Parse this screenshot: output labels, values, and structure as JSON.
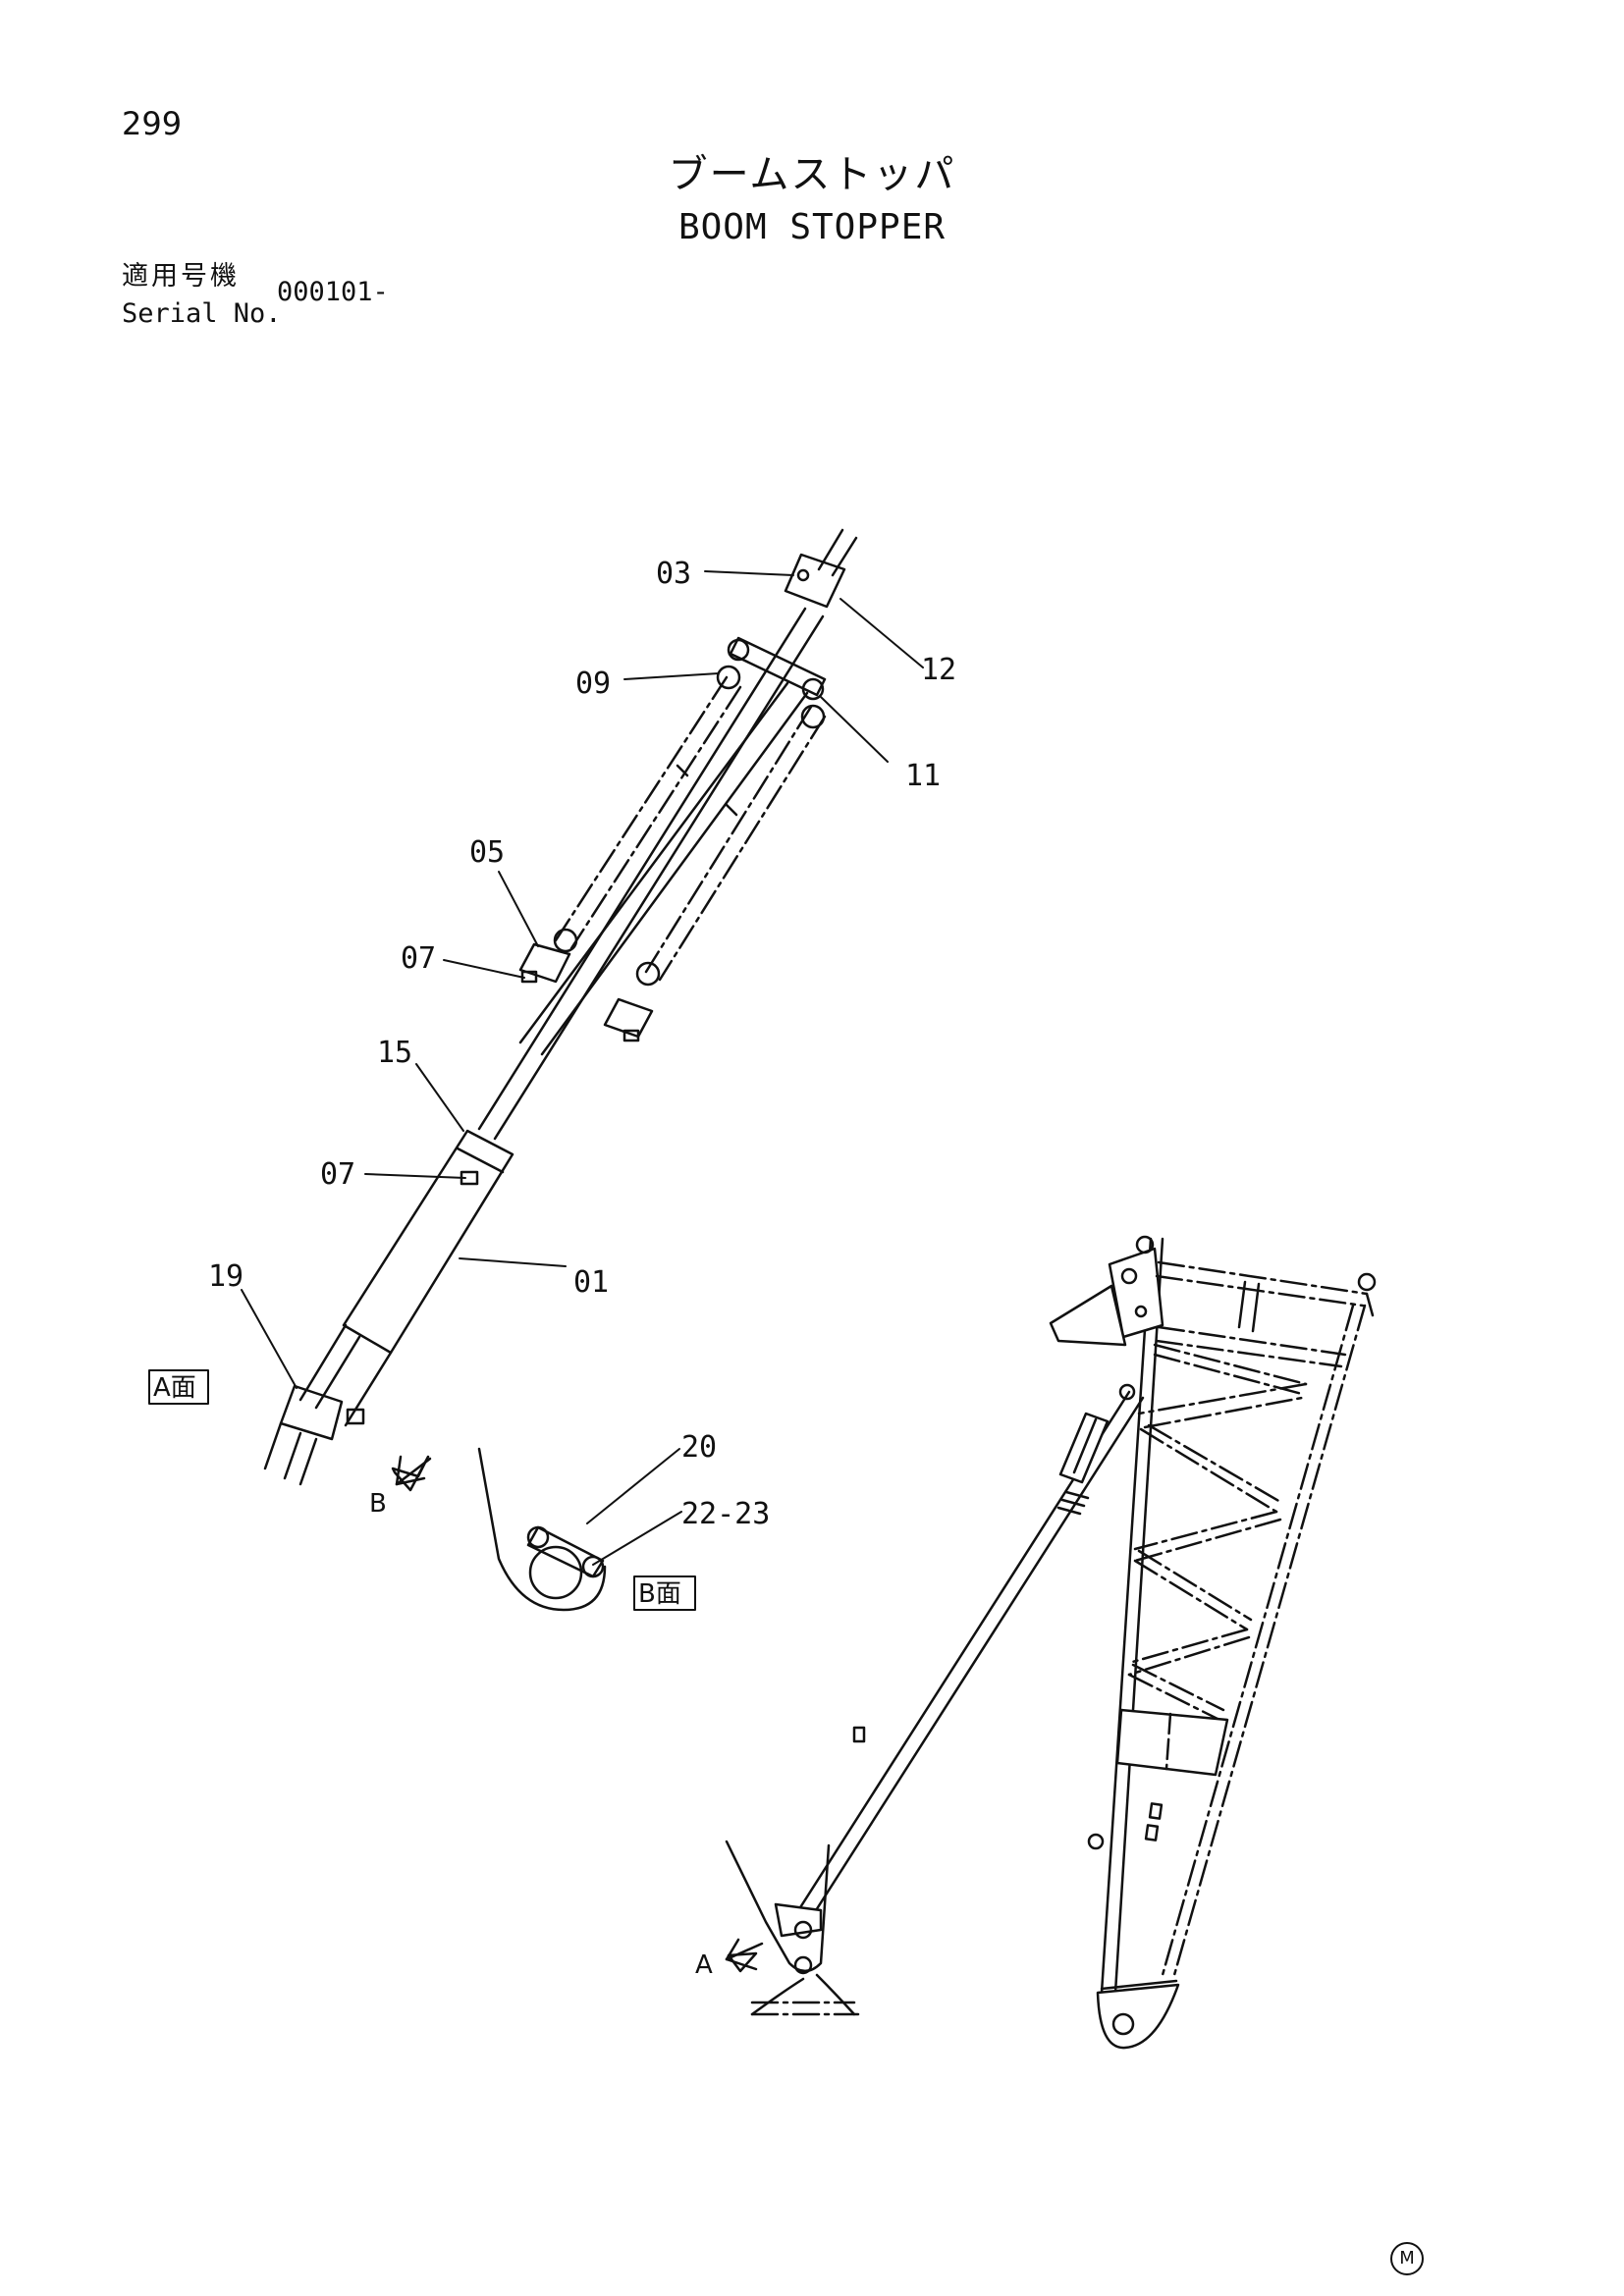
{
  "page": {
    "number": "299"
  },
  "title": {
    "japanese": "ブームストッパ",
    "english": "BOOM STOPPER"
  },
  "serial": {
    "label_jp": "適用号機",
    "label_en": "Serial No.",
    "value": "000101-"
  },
  "views": {
    "a": "A面",
    "b": "B面",
    "arrow_a": "A",
    "arrow_b": "B"
  },
  "callouts": [
    "03",
    "12",
    "09",
    "11",
    "05",
    "07",
    "15",
    "07",
    "01",
    "19",
    "20",
    "22-23"
  ],
  "corner_mark": "M"
}
